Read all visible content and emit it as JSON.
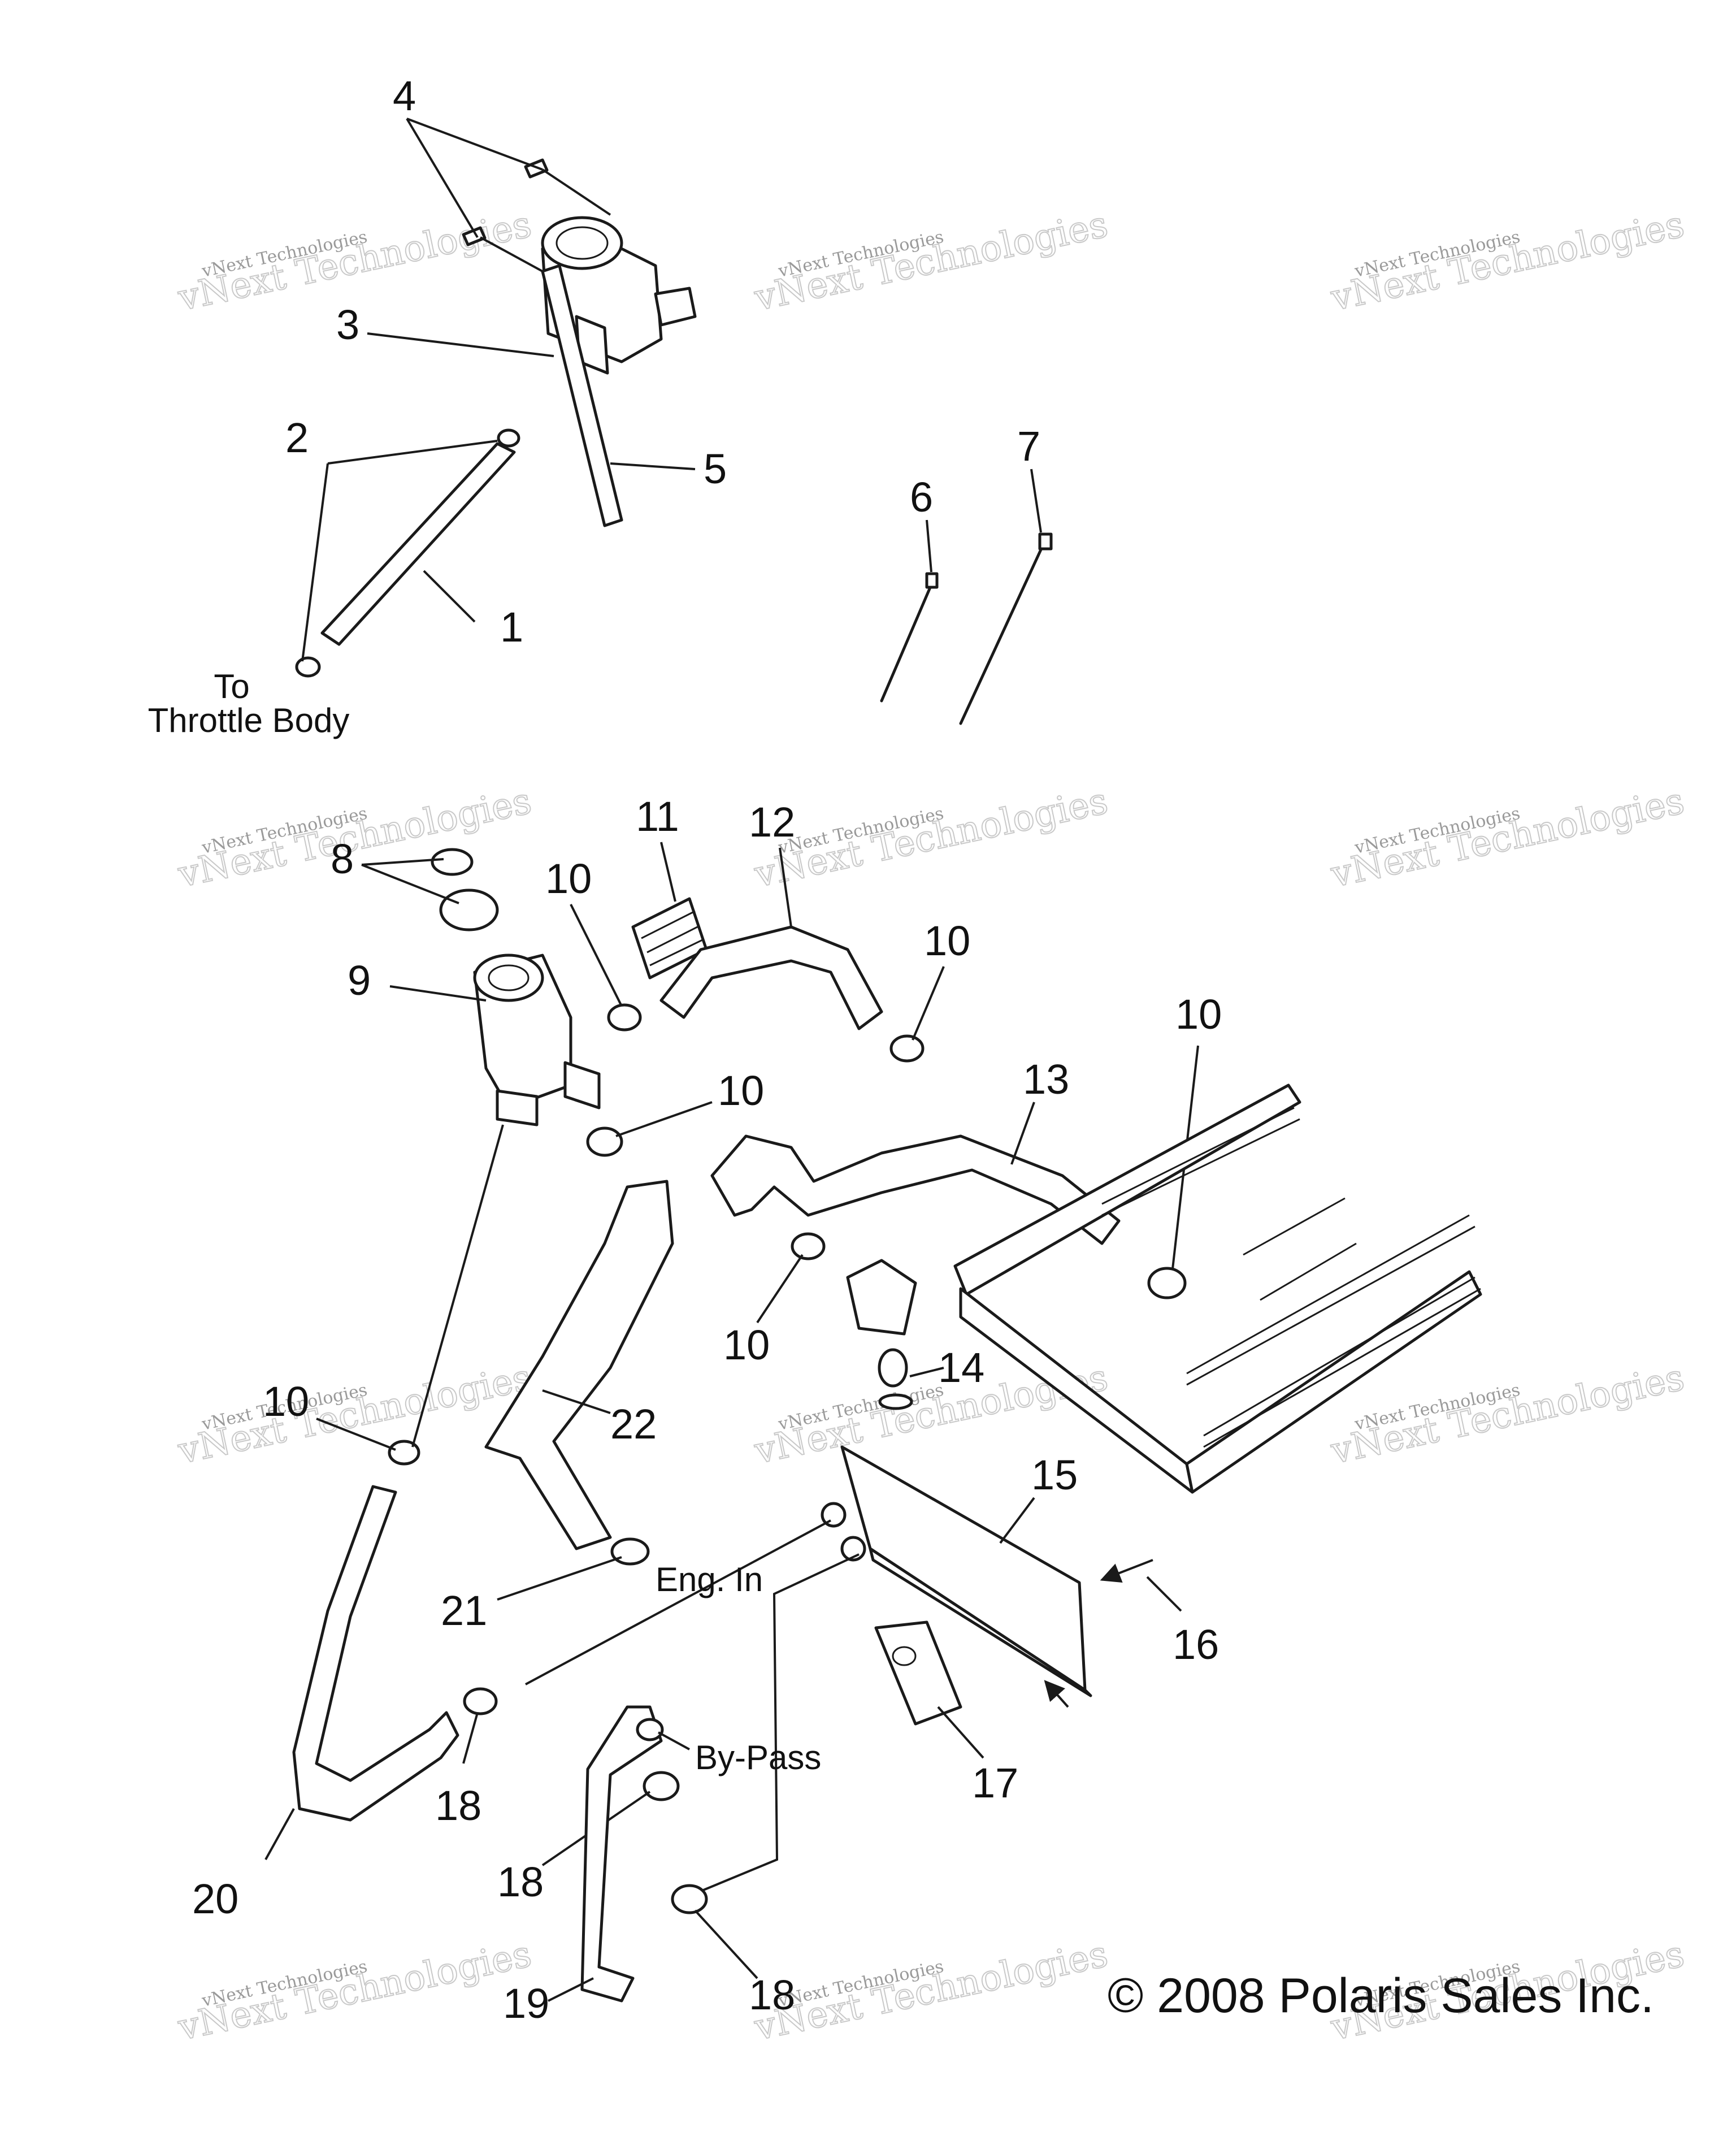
{
  "diagram": {
    "callouts": [
      "1",
      "2",
      "3",
      "4",
      "5",
      "6",
      "7",
      "8",
      "9",
      "10",
      "10",
      "10",
      "10",
      "10",
      "10",
      "11",
      "12",
      "13",
      "14",
      "15",
      "16",
      "17",
      "18",
      "18",
      "18",
      "19",
      "20",
      "21",
      "22"
    ],
    "captions": {
      "throttle_line1": "To",
      "throttle_line2": "Throttle Body",
      "eng_in": "Eng. In",
      "by_pass": "By-Pass"
    },
    "copyright": "© 2008 Polaris Sales Inc.",
    "watermark": {
      "line1": "vNext Technologies",
      "big": "vNext Technologies"
    }
  }
}
